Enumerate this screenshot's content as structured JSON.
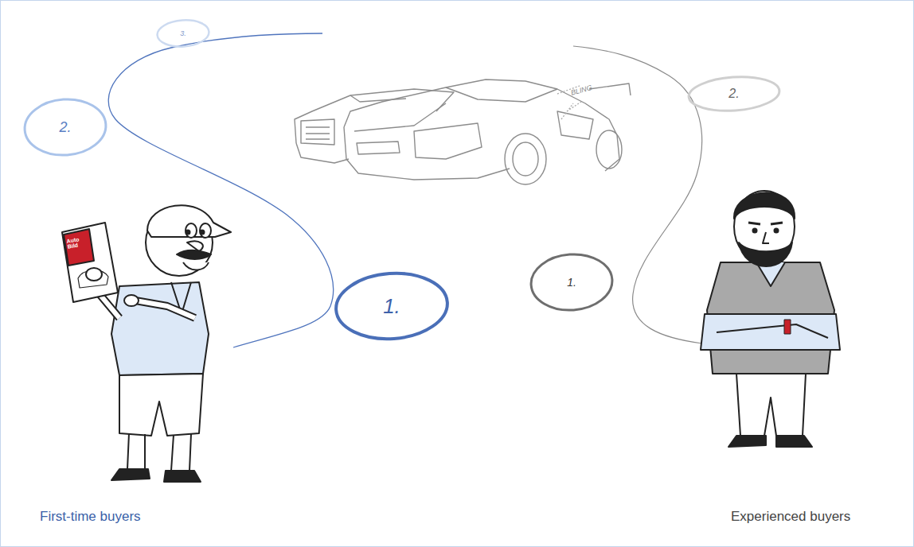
{
  "diagram": {
    "nodes": [
      {
        "text": [
          "1."
        ]
      },
      {
        "text": [
          "2."
        ]
      },
      {
        "text": [
          "3."
        ]
      },
      {
        "text": [
          "1."
        ]
      },
      {
        "text": [
          "2."
        ]
      }
    ],
    "labels": [
      "First-time buyers",
      "Experienced buyers",
      "Auto Bild",
      "BLING"
    ]
  }
}
